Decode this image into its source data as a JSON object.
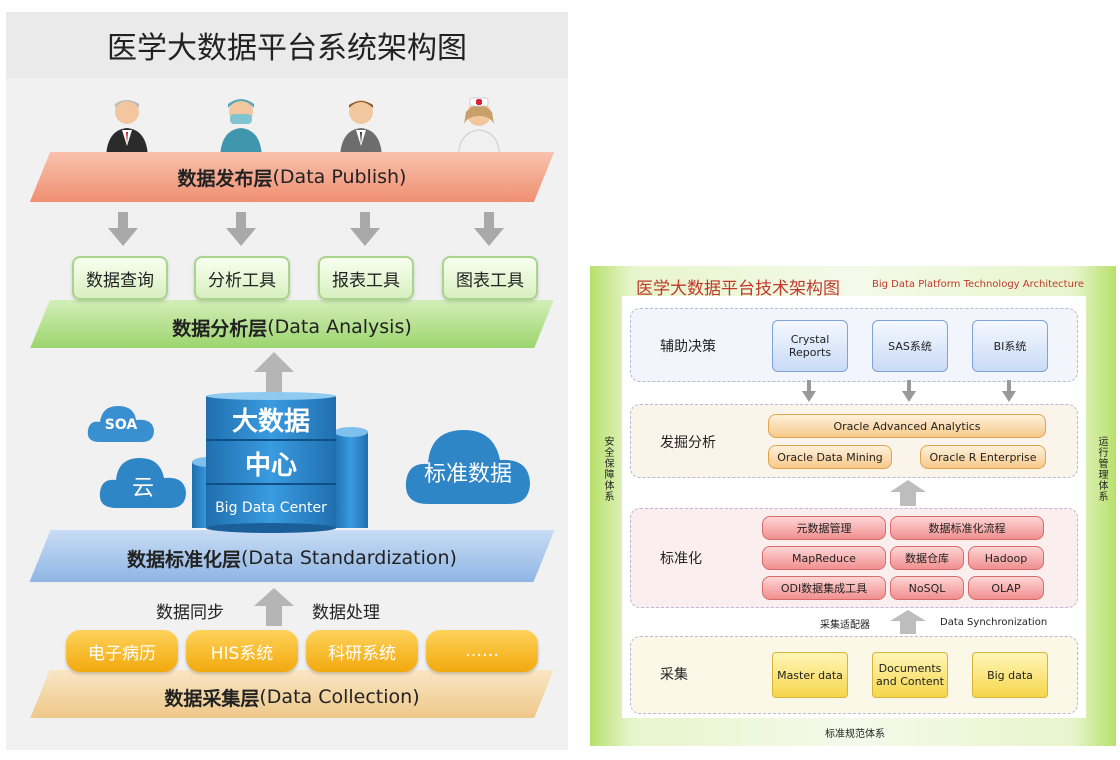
{
  "left": {
    "title": "医学大数据平台系统架构图",
    "publish_layer": {
      "cn": "数据发布层",
      "en": " (Data Publish)"
    },
    "analysis_tools": [
      "数据查询",
      "分析工具",
      "报表工具",
      "图表工具"
    ],
    "analysis_layer": {
      "cn": "数据分析层",
      "en": " (Data Analysis)"
    },
    "center": {
      "line1": "大数据",
      "line2": "中心",
      "line3": "Big Data Center"
    },
    "clouds": {
      "soa": "SOA",
      "yun": "云",
      "standard": "标准数据"
    },
    "standardization_layer": {
      "cn": "数据标准化层",
      "en": "(Data Standardization)"
    },
    "sync_label": "数据同步",
    "process_label": "数据处理",
    "sources": [
      "电子病历",
      "HIS系统",
      "科研系统",
      "……"
    ],
    "collection_layer": {
      "cn": "数据采集层",
      "en": " (Data Collection)"
    },
    "colors": {
      "publish": "#f4a58c",
      "analysis": "#a8dc7e",
      "standardization": "#a9c8ee",
      "collection": "#f5d9a6",
      "cylinder": "#2f86c7"
    }
  },
  "right": {
    "title": "医学大数据平台技术架构图",
    "subtitle": "Big Data Platform Technology Architecture",
    "left_side": "安全保障体系",
    "right_side": "运行管理体系",
    "bottom": "标准规范体系",
    "decision": {
      "label": "辅助决策",
      "items": [
        "Crystal Reports",
        "SAS系统",
        "BI系统"
      ]
    },
    "mining": {
      "label": "发掘分析",
      "top": "Oracle Advanced Analytics",
      "items": [
        "Oracle Data Mining",
        "Oracle R Enterprise"
      ]
    },
    "standard": {
      "label": "标准化",
      "rows": [
        [
          "元数据管理",
          "数据标准化流程"
        ],
        [
          "MapReduce",
          "数据仓库",
          "Hadoop"
        ],
        [
          "ODI数据集成工具",
          "NoSQL",
          "OLAP"
        ]
      ]
    },
    "sync": {
      "cn": "采集适配器",
      "en": "Data Synchronization"
    },
    "collect": {
      "label": "采集",
      "items": [
        "Master data",
        "Documents and Content",
        "Big data"
      ]
    }
  }
}
